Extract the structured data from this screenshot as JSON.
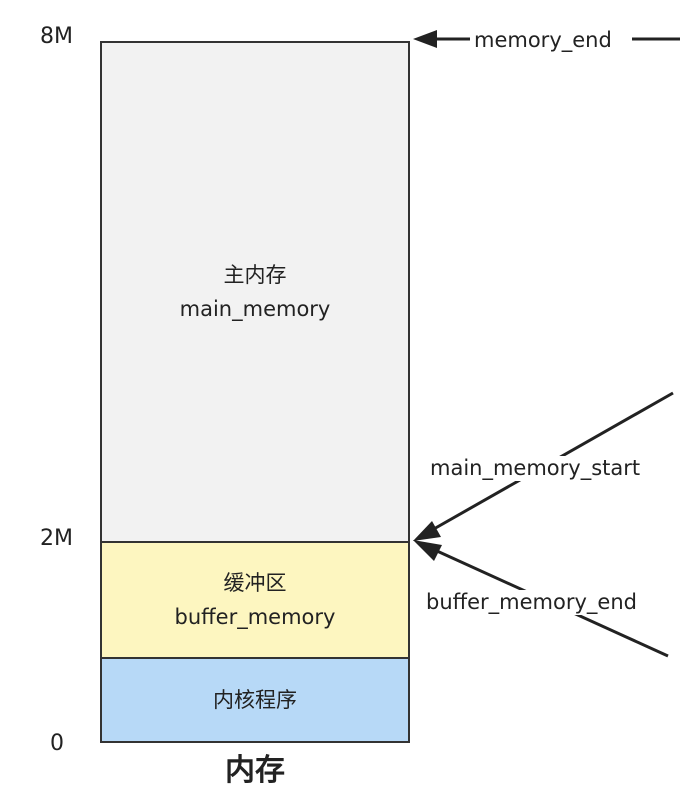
{
  "axis": {
    "top_label": "8M",
    "mid_label": "2M",
    "bottom_label": "0"
  },
  "blocks": {
    "main": {
      "line1": "主内存",
      "line2": "main_memory",
      "color": "#f2f2f2"
    },
    "buffer": {
      "line1": "缓冲区",
      "line2": "buffer_memory",
      "color": "#fdf6c0"
    },
    "kernel": {
      "line1": "内核程序",
      "color": "#b7d9f7"
    }
  },
  "pointers": {
    "memory_end": "memory_end",
    "main_memory_start": "main_memory_start",
    "buffer_memory_end": "buffer_memory_end"
  },
  "caption": "内存"
}
